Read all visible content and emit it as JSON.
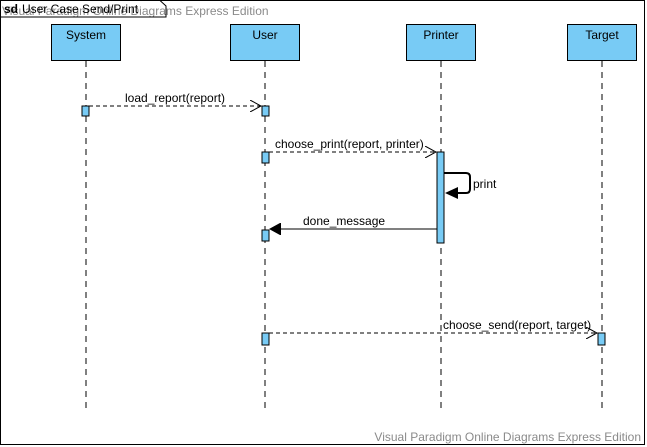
{
  "frame": {
    "keyword": "sd",
    "title": "User Case Send/Print"
  },
  "watermark": "Visual Paradigm Online Diagrams Express Edition",
  "lifelines": [
    {
      "name": "System"
    },
    {
      "name": "User"
    },
    {
      "name": "Printer"
    },
    {
      "name": "Target"
    }
  ],
  "messages": [
    {
      "label": "load_report(report)",
      "from": "System",
      "to": "User",
      "kind": "dashed-open"
    },
    {
      "label": "choose_print(report, printer)",
      "from": "User",
      "to": "Printer",
      "kind": "dashed-open"
    },
    {
      "label": "print",
      "from": "Printer",
      "to": "Printer",
      "kind": "self-solid"
    },
    {
      "label": "done_message",
      "from": "Printer",
      "to": "User",
      "kind": "solid-filled"
    },
    {
      "label": "choose_send(report, target)",
      "from": "User",
      "to": "Target",
      "kind": "dashed-open"
    }
  ],
  "colors": {
    "lifeline_head": "#78cbf5",
    "activation": "#78cbf5",
    "line": "#000000",
    "watermark": "#8a8a8a"
  }
}
